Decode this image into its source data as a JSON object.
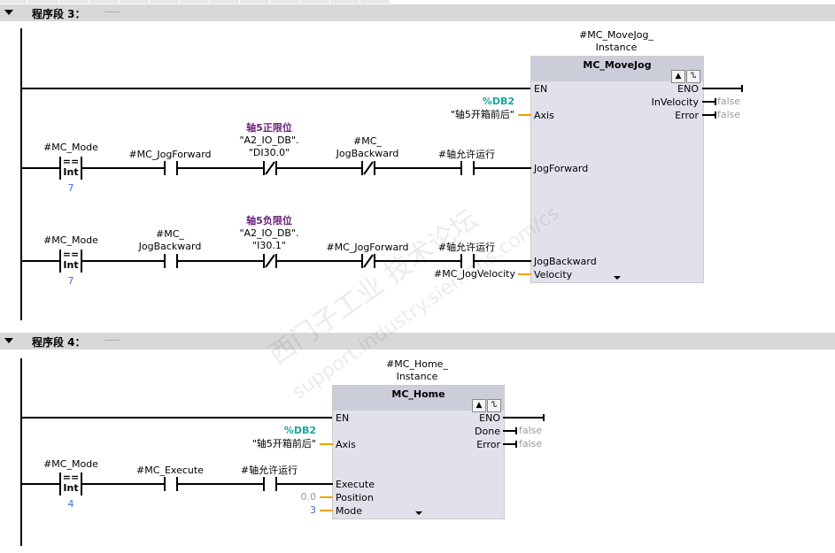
{
  "networks": [
    {
      "title": "程序段 3：",
      "comment": "......",
      "block": {
        "instance": [
          "#MC_MoveJog_",
          "Instance"
        ],
        "name": "MC_MoveJog",
        "inputs": {
          "en": "EN",
          "axis": "Axis",
          "jog_forward": "JogForward",
          "jog_backward": "JogBackward",
          "velocity": "Velocity"
        },
        "outputs": {
          "eno": "ENO",
          "in_velocity": "InVelocity",
          "error": "Error"
        },
        "axis_addr": "%DB2",
        "axis_name": "\"轴5开箱前后\"",
        "velocity_param": "#MC_JogVelocity",
        "in_velocity_value": "false",
        "error_value": "false"
      },
      "rung_forward": {
        "cmp_var": "#MC_Mode",
        "cmp_op": "==",
        "cmp_type": "Int",
        "cmp_value": "7",
        "c1": "#MC_JogForward",
        "c2_comment": "轴5正限位",
        "c2_a": "\"A2_IO_DB\".",
        "c2_b": "\"DI30.0\"",
        "c3_a": "#MC_",
        "c3_b": "JogBackward",
        "c4": "#轴允许运行"
      },
      "rung_backward": {
        "cmp_var": "#MC_Mode",
        "cmp_op": "==",
        "cmp_type": "Int",
        "cmp_value": "7",
        "c1_a": "#MC_",
        "c1_b": "JogBackward",
        "c2_comment": "轴5负限位",
        "c2_a": "\"A2_IO_DB\".",
        "c2_b": "\"I30.1\"",
        "c3": "#MC_JogForward",
        "c4": "#轴允许运行"
      }
    },
    {
      "title": "程序段 4：",
      "comment": "......",
      "block": {
        "instance": [
          "#MC_Home_",
          "Instance"
        ],
        "name": "MC_Home",
        "inputs": {
          "en": "EN",
          "axis": "Axis",
          "execute": "Execute",
          "position": "Position",
          "mode": "Mode"
        },
        "outputs": {
          "eno": "ENO",
          "done": "Done",
          "error": "Error"
        },
        "axis_addr": "%DB2",
        "axis_name": "\"轴5开箱前后\"",
        "position_value": "0.0",
        "mode_value": "3",
        "done_value": "false",
        "error_value": "false"
      },
      "rung": {
        "cmp_var": "#MC_Mode",
        "cmp_op": "==",
        "cmp_type": "Int",
        "cmp_value": "4",
        "c1": "#MC_Execute",
        "c2": "#轴允许运行"
      }
    }
  ],
  "watermark": [
    "西门子工业 技术论坛",
    "support.industry.siemens.com/cs"
  ]
}
